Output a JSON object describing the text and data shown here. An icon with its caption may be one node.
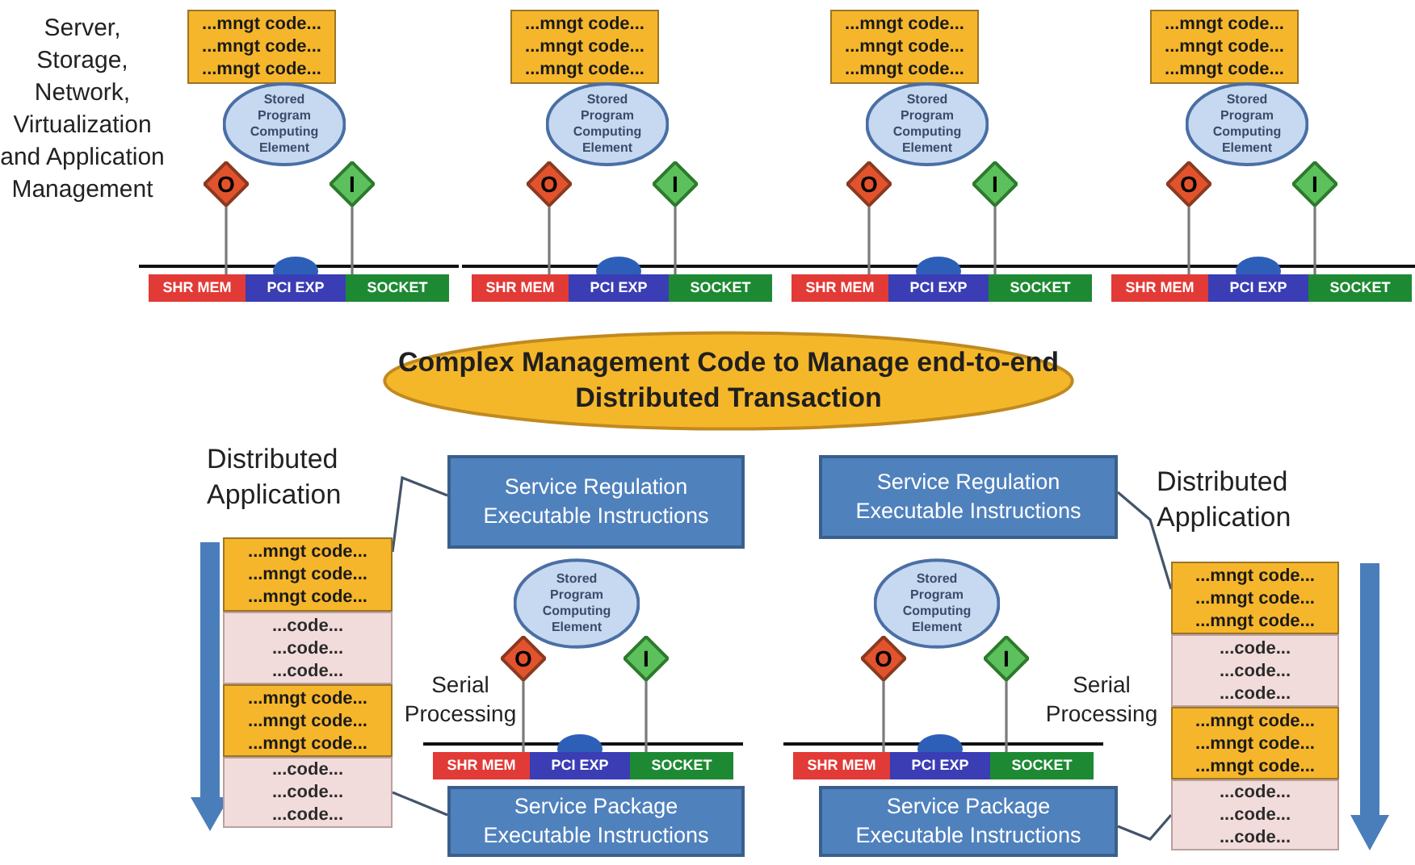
{
  "diagram": {
    "nodes": [
      {
        "text": [
          "...mngt code...",
          "...mngt code...",
          "...mngt code..."
        ]
      },
      {
        "text": [
          "Stored Program Computing Element"
        ]
      },
      {
        "text": [
          "O"
        ]
      },
      {
        "text": [
          "I"
        ]
      },
      {
        "text": [
          "SHR MEM"
        ]
      },
      {
        "text": [
          "PCI EXP"
        ]
      },
      {
        "text": [
          "SOCKET"
        ]
      },
      {
        "text": [
          "...mngt code...",
          "...mngt code...",
          "...mngt code..."
        ]
      },
      {
        "text": [
          "Stored Program Computing Element"
        ]
      },
      {
        "text": [
          "O"
        ]
      },
      {
        "text": [
          "I"
        ]
      },
      {
        "text": [
          "SHR MEM"
        ]
      },
      {
        "text": [
          "PCI EXP"
        ]
      },
      {
        "text": [
          "SOCKET"
        ]
      },
      {
        "text": [
          "...mngt code...",
          "...mngt code...",
          "...mngt code..."
        ]
      },
      {
        "text": [
          "Stored Program Computing Element"
        ]
      },
      {
        "text": [
          "O"
        ]
      },
      {
        "text": [
          "I"
        ]
      },
      {
        "text": [
          "SHR MEM"
        ]
      },
      {
        "text": [
          "PCI EXP"
        ]
      },
      {
        "text": [
          "SOCKET"
        ]
      },
      {
        "text": [
          "...mngt code...",
          "...mngt code...",
          "...mngt code..."
        ]
      },
      {
        "text": [
          "Stored Program Computing Element"
        ]
      },
      {
        "text": [
          "O"
        ]
      },
      {
        "text": [
          "I"
        ]
      },
      {
        "text": [
          "SHR MEM"
        ]
      },
      {
        "text": [
          "PCI EXP"
        ]
      },
      {
        "text": [
          "SOCKET"
        ]
      },
      {
        "text": [
          "Complex Management Code to Manage end-to-end Distributed Transaction"
        ]
      },
      {
        "text": [
          "Service Regulation Executable Instructions"
        ]
      },
      {
        "text": [
          "...mngt code...",
          "...mngt code...",
          "...mngt code..."
        ]
      },
      {
        "text": [
          "...code...",
          "...code...",
          "...code..."
        ]
      },
      {
        "text": [
          "...mngt code...",
          "...mngt code...",
          "...mngt code..."
        ]
      },
      {
        "text": [
          "...code...",
          "...code...",
          "...code..."
        ]
      },
      {
        "text": [
          "Stored Program Computing Element"
        ]
      },
      {
        "text": [
          "O"
        ]
      },
      {
        "text": [
          "I"
        ]
      },
      {
        "text": [
          "SHR MEM"
        ]
      },
      {
        "text": [
          "PCI EXP"
        ]
      },
      {
        "text": [
          "SOCKET"
        ]
      },
      {
        "text": [
          "Service Package Executable Instructions"
        ]
      },
      {
        "text": [
          "Service Regulation Executable Instructions"
        ]
      },
      {
        "text": [
          "Stored Program Computing Element"
        ]
      },
      {
        "text": [
          "O"
        ]
      },
      {
        "text": [
          "I"
        ]
      },
      {
        "text": [
          "SHR MEM"
        ]
      },
      {
        "text": [
          "PCI EXP"
        ]
      },
      {
        "text": [
          "SOCKET"
        ]
      },
      {
        "text": [
          "...mngt code...",
          "...mngt code...",
          "...mngt code..."
        ]
      },
      {
        "text": [
          "...code...",
          "...code...",
          "...code..."
        ]
      },
      {
        "text": [
          "...mngt code...",
          "...mngt code...",
          "...mngt code..."
        ]
      },
      {
        "text": [
          "...code...",
          "...code...",
          "...code..."
        ]
      },
      {
        "text": [
          "Service Package Executable Instructions"
        ]
      }
    ],
    "edges": [
      {
        "from": 2,
        "to": 4,
        "arrow": "other"
      },
      {
        "from": 3,
        "to": 6,
        "arrow": "other"
      },
      {
        "from": 9,
        "to": 11,
        "arrow": "other"
      },
      {
        "from": 10,
        "to": 13,
        "arrow": "other"
      },
      {
        "from": 16,
        "to": 18,
        "arrow": "other"
      },
      {
        "from": 17,
        "to": 20,
        "arrow": "other"
      },
      {
        "from": 23,
        "to": 25,
        "arrow": "other"
      },
      {
        "from": 24,
        "to": 27,
        "arrow": "other"
      },
      {
        "from": 29,
        "to": 30,
        "arrow": "none"
      },
      {
        "from": 35,
        "to": 37,
        "arrow": "other"
      },
      {
        "from": 36,
        "to": 39,
        "arrow": "other"
      },
      {
        "from": 40,
        "to": 33,
        "arrow": "none"
      },
      {
        "from": 41,
        "to": 48,
        "arrow": "none"
      },
      {
        "from": 43,
        "to": 45,
        "arrow": "other"
      },
      {
        "from": 44,
        "to": 47,
        "arrow": "other"
      },
      {
        "from": 52,
        "to": 51,
        "arrow": "none"
      }
    ],
    "labels": [
      "Server, Storage, Network, Virtualization and Application Management",
      "Distributed Application",
      "Serial Processing",
      "Distributed Application",
      "Serial Processing"
    ]
  }
}
